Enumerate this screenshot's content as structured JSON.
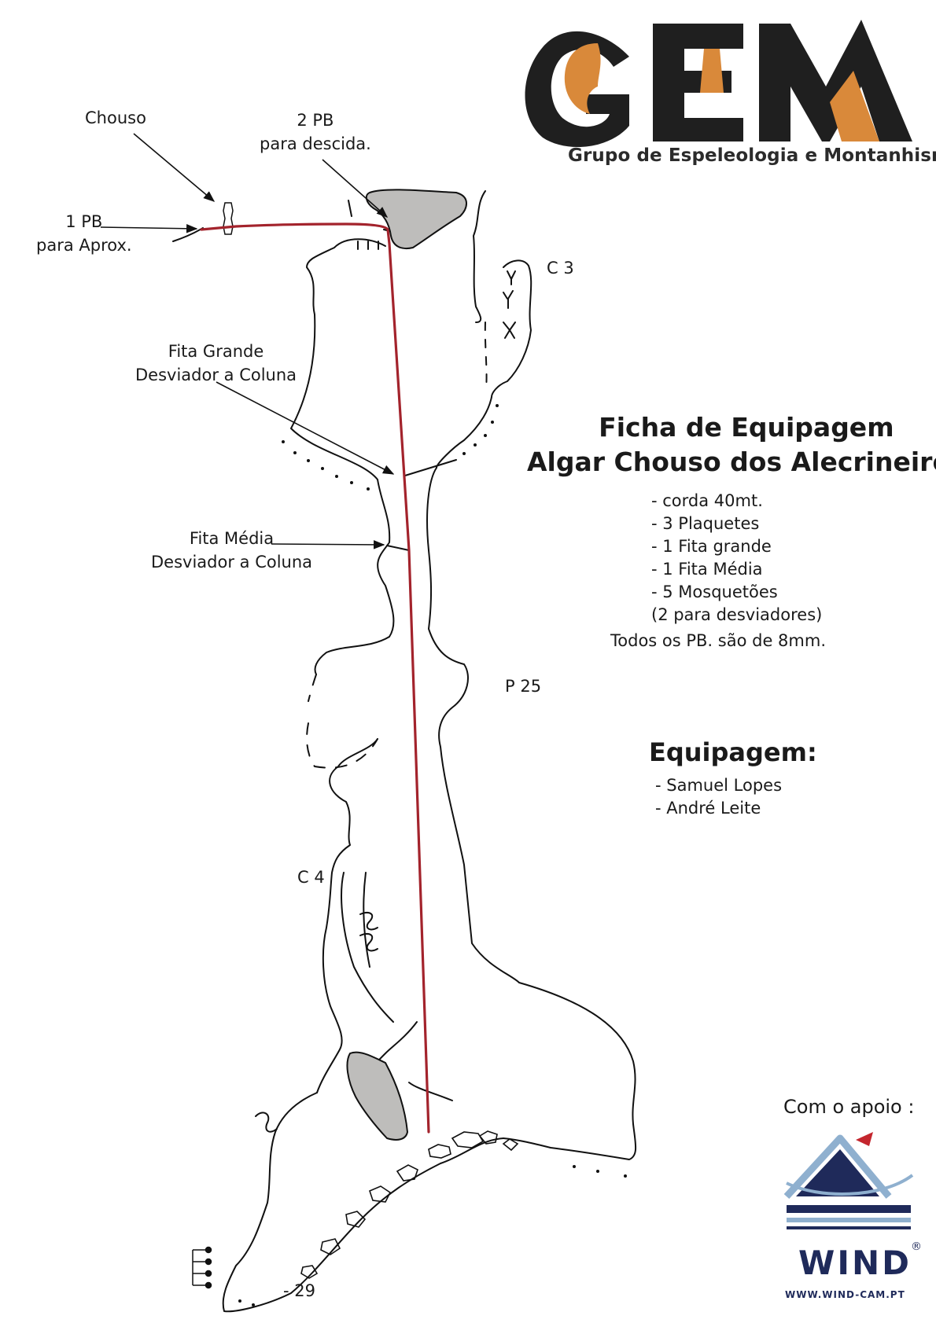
{
  "logo": {
    "acronym": "GEM",
    "subtitle": "Grupo de Espeleologia e Montanhismo",
    "colors": {
      "dark": "#1f1f1f",
      "accent": "#d9893a"
    }
  },
  "title": {
    "line1": "Ficha de Equipagem",
    "line2": "Algar Chouso dos Alecrineiros"
  },
  "materials": [
    "- corda 40mt.",
    "- 3 Plaquetes",
    "- 1 Fita grande",
    "- 1 Fita Média",
    "- 5 Mosquetões",
    "(2 para desviadores)"
  ],
  "bolt_note": "Todos os PB. são de 8mm.",
  "equipagem": {
    "heading": "Equipagem:",
    "people": [
      "- Samuel Lopes",
      "- André Leite"
    ]
  },
  "annotations": {
    "chouso": "Chouso",
    "pb2_line1": "2 PB",
    "pb2_line2": "para descida.",
    "pb1_line1": "1 PB",
    "pb1_line2": "para Aprox.",
    "fita_grande_line1": "Fita Grande",
    "fita_grande_line2": "Desviador a Coluna",
    "fita_media_line1": "Fita Média",
    "fita_media_line2": "Desviador a Coluna",
    "c3": "C 3",
    "p25": "P 25",
    "c4": "C 4",
    "depth": "- 29"
  },
  "sponsor": {
    "label": "Com o apoio :",
    "brand": "WIND",
    "registered": "®",
    "url": "WWW.WIND-CAM.PT",
    "colors": {
      "navy": "#1f2a5a",
      "sky": "#8fb0cf",
      "red": "#c4262e"
    }
  },
  "colors": {
    "rope": "#a3232c",
    "rock": "#bebdbb",
    "outline": "#111111"
  }
}
